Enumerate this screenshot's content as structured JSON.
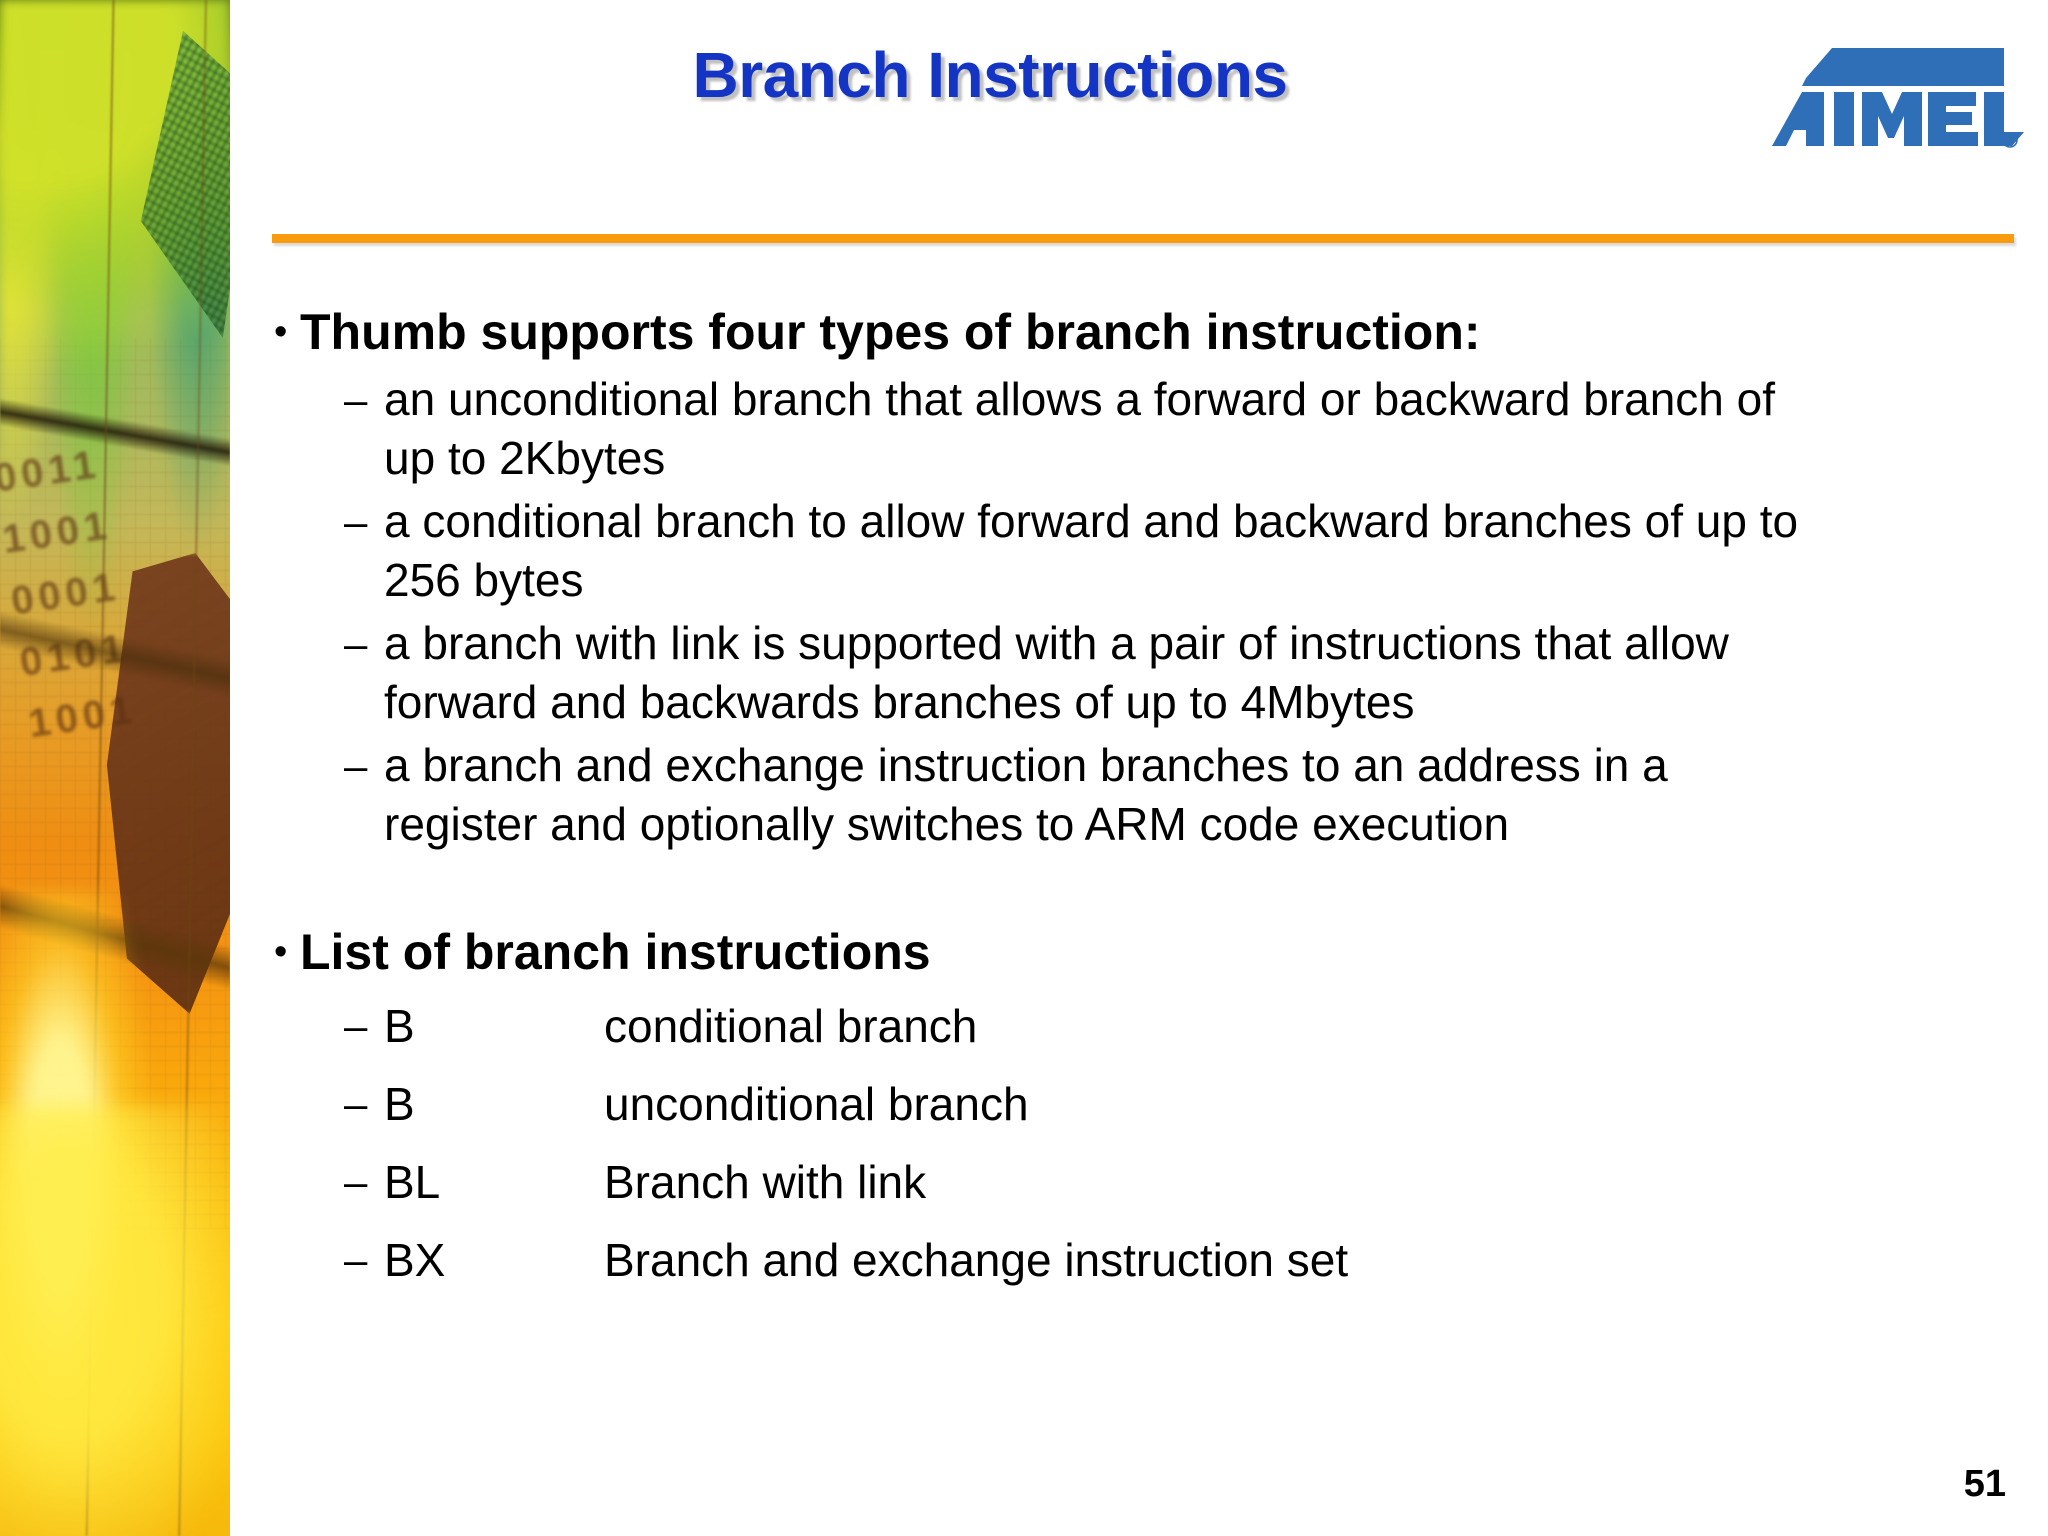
{
  "slide": {
    "title": "Branch Instructions",
    "page_number": "51",
    "accent_color": "#f89b0c",
    "title_color": "#1435c4",
    "logo": {
      "name": "atmel-logo",
      "wordmark": "ATMEL",
      "trademark": "®",
      "color": "#2f6fb8"
    },
    "bullets": [
      {
        "marker": "•",
        "text": "Thumb supports four types of branch instruction:",
        "sub": [
          {
            "marker": "–",
            "text": "an unconditional branch that allows a forward or backward branch of up to 2Kbytes"
          },
          {
            "marker": "–",
            "text": "a conditional branch to allow forward and backward branches of up to 256 bytes"
          },
          {
            "marker": "–",
            "text": "a branch with link is supported with a pair of instructions that allow forward and backwards branches of up to 4Mbytes"
          },
          {
            "marker": "–",
            "text": "a branch and exchange instruction branches to an address in a register and optionally switches to ARM code execution"
          }
        ]
      },
      {
        "marker": "•",
        "text": "List of branch instructions",
        "instructions": [
          {
            "marker": "–",
            "mnemonic": "B",
            "description": "conditional branch"
          },
          {
            "marker": "–",
            "mnemonic": "B",
            "description": "unconditional branch"
          },
          {
            "marker": "–",
            "mnemonic": "BL",
            "description": "Branch with link"
          },
          {
            "marker": "–",
            "mnemonic": "BX",
            "description": "Branch and exchange instruction set"
          }
        ]
      }
    ],
    "decoration": {
      "name": "circuit-board-photo-strip",
      "binary_text": "0011\n1001\n0001\n0101\n1001"
    }
  }
}
